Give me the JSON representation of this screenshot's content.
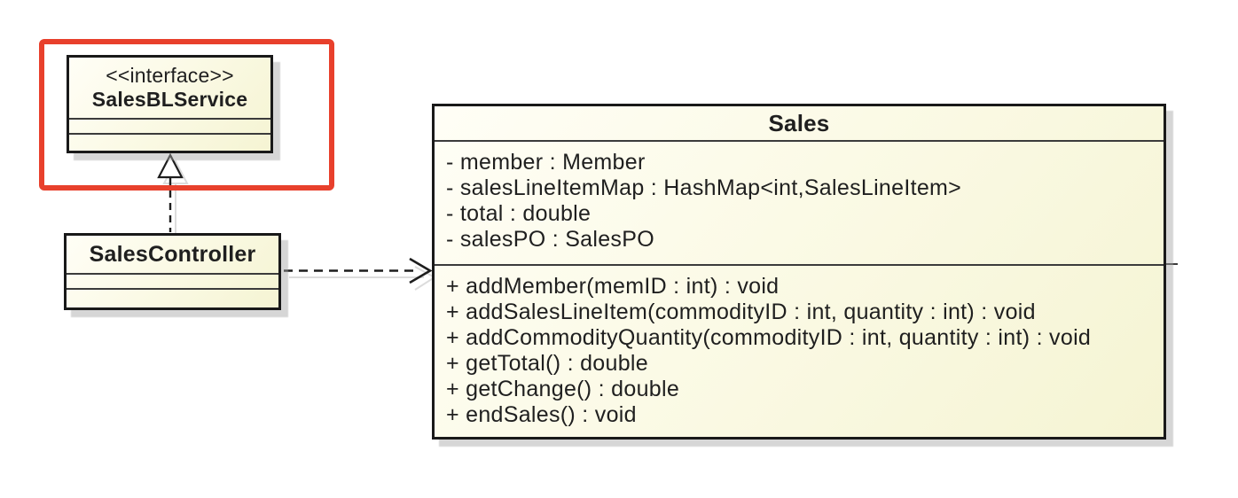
{
  "diagram": {
    "type": "uml-class-diagram",
    "colors": {
      "highlight": "#e8402c",
      "box_border": "#191919",
      "divider": "#3b3b3b",
      "connector": "#1d1d1d",
      "connector_shadow": "#dcdcdc",
      "text": "#1f1f1f",
      "background": "#ffffff",
      "box_fill_top": "#fffef6",
      "box_fill_bottom": "#f5f4d3"
    },
    "interface_box": {
      "stereotype": "<<interface>>",
      "name": "SalesBLService",
      "attributes": [],
      "methods": []
    },
    "controller_box": {
      "name": "SalesController",
      "attributes": [],
      "methods": []
    },
    "sales_box": {
      "name": "Sales",
      "attributes": [
        "- member : Member",
        "- salesLineItemMap : HashMap<int,SalesLineItem>",
        "- total : double",
        "- salesPO : SalesPO"
      ],
      "methods": [
        "+ addMember(memID : int) : void",
        "+ addSalesLineItem(commodityID : int, quantity : int) : void",
        "+ addCommodityQuantity(commodityID : int, quantity : int) : void",
        "+ getTotal() : double",
        "+ getChange() : double",
        "+ endSales() : void"
      ]
    },
    "relationships": [
      {
        "type": "realization",
        "from": "SalesController",
        "to": "SalesBLService",
        "style": "dashed-line-hollow-triangle"
      },
      {
        "type": "dependency",
        "from": "SalesController",
        "to": "Sales",
        "style": "dashed-line-open-arrow"
      }
    ]
  }
}
